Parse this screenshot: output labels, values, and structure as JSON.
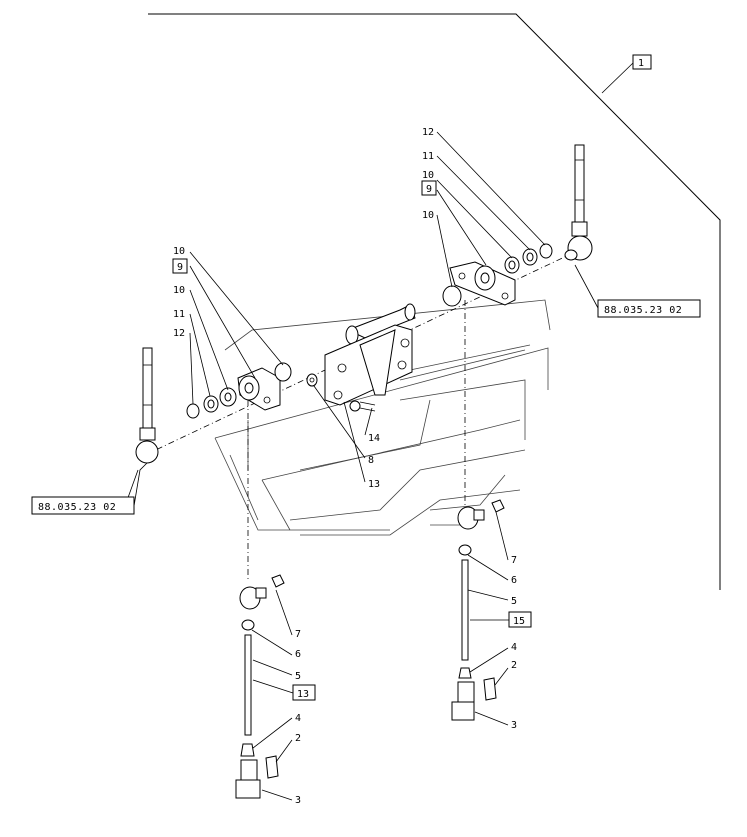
{
  "callouts": [
    {
      "id": "c1",
      "text": "1"
    },
    {
      "id": "c9a",
      "text": "9"
    },
    {
      "id": "c9b",
      "text": "9"
    },
    {
      "id": "c13",
      "text": "13"
    },
    {
      "id": "c15",
      "text": "15"
    }
  ],
  "references": {
    "ref_right": "88.035.23 02",
    "ref_left": "88.035.23 02"
  },
  "labels": [
    {
      "id": "t12r",
      "text": "12"
    },
    {
      "id": "t11r",
      "text": "11"
    },
    {
      "id": "t10r",
      "text": "10"
    },
    {
      "id": "t10r2",
      "text": "10"
    },
    {
      "id": "t10l",
      "text": "10"
    },
    {
      "id": "t10l2",
      "text": "10"
    },
    {
      "id": "t11l",
      "text": "11"
    },
    {
      "id": "t12l",
      "text": "12"
    },
    {
      "id": "t14",
      "text": "14"
    },
    {
      "id": "t8",
      "text": "8"
    },
    {
      "id": "t13",
      "text": "13"
    },
    {
      "id": "t7r",
      "text": "7"
    },
    {
      "id": "t6r",
      "text": "6"
    },
    {
      "id": "t5r",
      "text": "5"
    },
    {
      "id": "t4r",
      "text": "4"
    },
    {
      "id": "t2r",
      "text": "2"
    },
    {
      "id": "t3r",
      "text": "3"
    },
    {
      "id": "t7l",
      "text": "7"
    },
    {
      "id": "t6l",
      "text": "6"
    },
    {
      "id": "t5l",
      "text": "5"
    },
    {
      "id": "t4l",
      "text": "4"
    },
    {
      "id": "t2l",
      "text": "2"
    },
    {
      "id": "t3l",
      "text": "3"
    }
  ]
}
